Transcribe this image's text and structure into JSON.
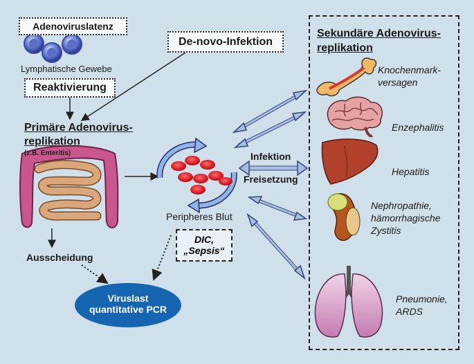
{
  "latency": {
    "label": "Adenoviruslatenz",
    "tissue": "Lymphatische Gewebe"
  },
  "reactivation": {
    "label": "Reaktivierung"
  },
  "de_novo": {
    "label": "De-novo-Infektion"
  },
  "primary": {
    "title_line1": "Primäre Adenovirus-",
    "title_line2": "replikation",
    "example": "(z.B. Enteritis)"
  },
  "excretion": {
    "label": "Ausscheidung"
  },
  "viral_load": {
    "line1": "Viruslast",
    "line2": "quantitative PCR"
  },
  "blood": {
    "label": "Peripheres Blut"
  },
  "dic": {
    "line1": "DIC,",
    "line2": "„Sepsis“"
  },
  "exchange": {
    "infection": "Infektion",
    "release": "Freisetzung"
  },
  "secondary": {
    "title_line1": "Sekundäre Adenovirus-",
    "title_line2": "replikation",
    "organs": [
      {
        "name": "bone-marrow",
        "line1": "Knochenmark-",
        "line2": "versagen",
        "line3": ""
      },
      {
        "name": "brain",
        "line1": "Enzephalitis",
        "line2": "",
        "line3": ""
      },
      {
        "name": "liver",
        "line1": "Hepatitis",
        "line2": "",
        "line3": ""
      },
      {
        "name": "kidney",
        "line1": "Nephropathie,",
        "line2": "hämorrhagische",
        "line3": "Zystitis"
      },
      {
        "name": "lungs",
        "line1": "Pneumonie,",
        "line2": "ARDS",
        "line3": ""
      }
    ]
  },
  "colors": {
    "background": "#cfe0ea",
    "ellipse": "#1565b0",
    "bone": "#f2b866",
    "brain": "#e4a2a4",
    "liver": "#b1402d",
    "kidney": "#b5571c",
    "lung": "#e7b0d4",
    "blood_cell": "#e01b24"
  }
}
